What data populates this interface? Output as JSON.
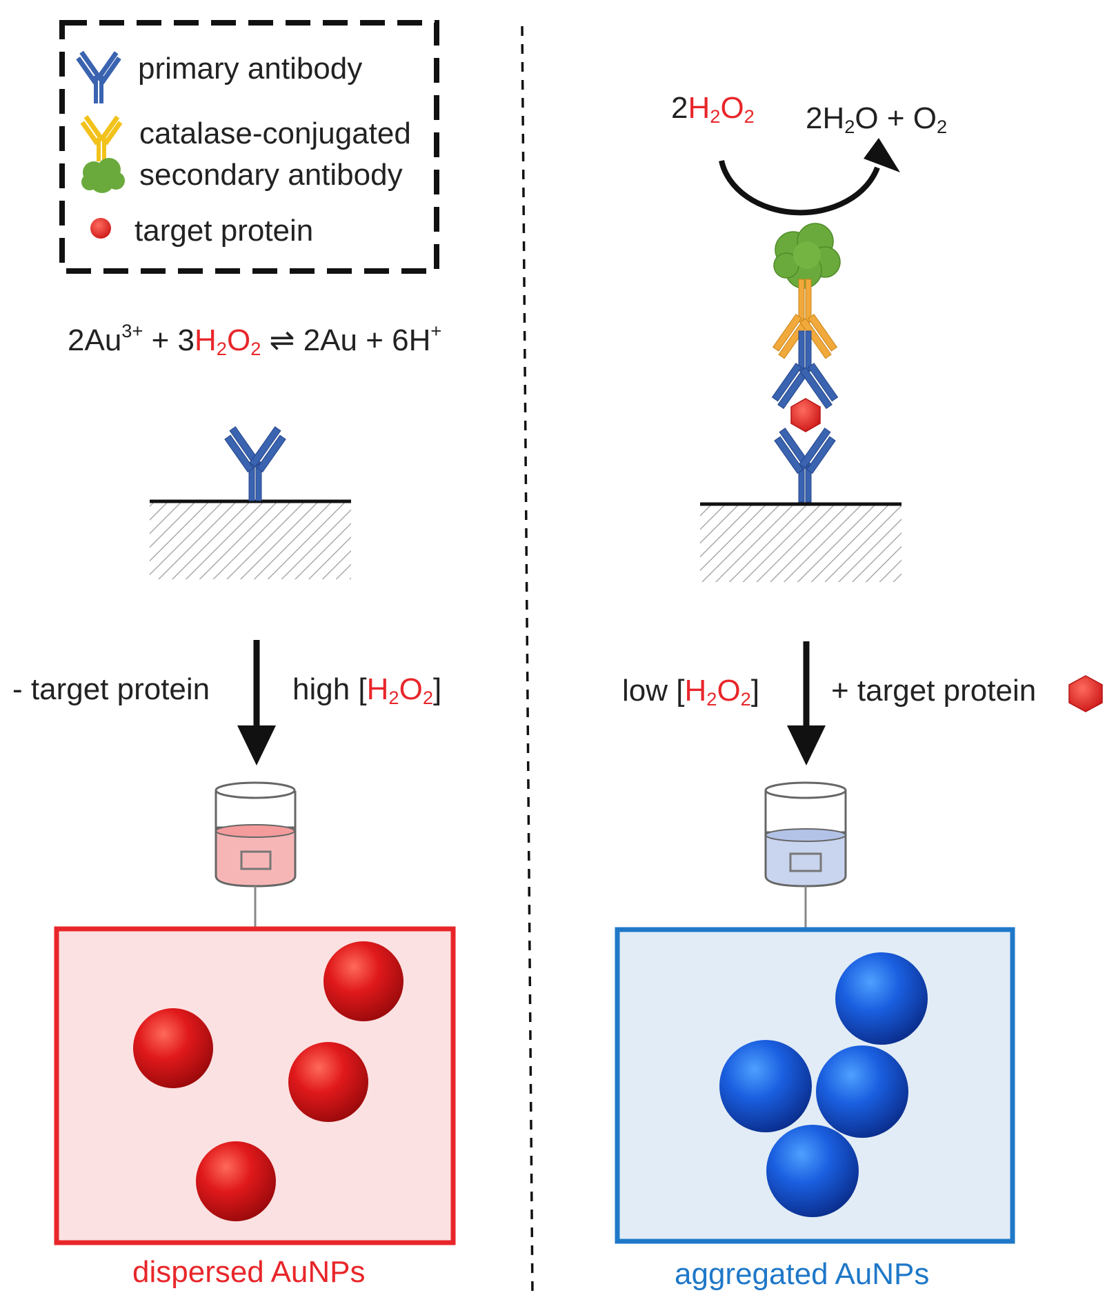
{
  "legend": {
    "primary": "primary antibody",
    "catalase_line1": "catalase-conjugated",
    "catalase_line2": "secondary antibody",
    "target": "target protein"
  },
  "left_equation": {
    "a": "2Au",
    "a_sup": "3+",
    "plus1": " + 3",
    "h": "H",
    "h_sub": "2",
    "o": "O",
    "o_sub": "2",
    "rest": " ⇌ 2Au + 6H",
    "rest_sup": "+"
  },
  "right_reaction": {
    "coef": "2",
    "h": "H",
    "h_sub": "2",
    "o": "O",
    "o_sub": "2",
    "product_a": "2H",
    "product_a_sub": "2",
    "product_b": "O + O",
    "product_b_sub": "2"
  },
  "left_arrow": {
    "left_label": "- target protein",
    "right_prefix": "high [",
    "h": "H",
    "h_sub": "2",
    "o": "O",
    "o_sub": "2",
    "right_suffix": "]"
  },
  "right_arrow": {
    "left_prefix": "low [",
    "h": "H",
    "h_sub": "2",
    "o": "O",
    "o_sub": "2",
    "left_suffix": "]",
    "right_label": "+ target protein"
  },
  "captions": {
    "left": "dispersed AuNPs",
    "right": "aggregated AuNPs"
  },
  "colors": {
    "antibody_blue": "#3a63b0",
    "antibody_yellow": "#f2c21b",
    "antibody_orange": "#f2a93b",
    "catalase_green": "#6aaa3c",
    "target_red": "#e42a2a",
    "dispersed_red": "#e8262a",
    "aggregated_blue": "#1f78c8"
  }
}
